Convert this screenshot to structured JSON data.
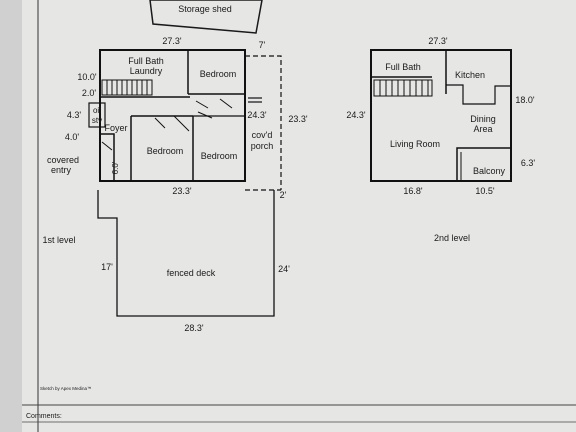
{
  "shed_label": "Storage shed",
  "first": {
    "top_width": "27.3'",
    "right_top": "7'",
    "full_bath": "Full  Bath",
    "laundry": "Laundry",
    "bedroom_top": "Bedroom",
    "dim_10": "10.0'",
    "dim_2": "2.0'",
    "dim_43": "4.3'",
    "oil_stv_1": "oil",
    "oil_stv_2": "stv",
    "dim_40": "4.0'",
    "foyer": "Foyer",
    "covered_entry_1": "covered",
    "covered_entry_2": "entry",
    "dim_60": "6.0'",
    "bedroom_left": "Bedroom",
    "bedroom_right": "Bedroom",
    "dim_243": "24.3'",
    "covd_porch_1": "cov'd",
    "covd_porch_2": "porch",
    "dim_233_right": "23.3'",
    "bottom_width": "23.3'",
    "dim_2ft": "2'",
    "level": "1st level",
    "deck_left": "17'",
    "deck_label": "fenced deck",
    "deck_right": "24'",
    "deck_width": "28.3'"
  },
  "second": {
    "top_width": "27.3'",
    "full_bath": "Full  Bath",
    "kitchen": "Kitchen",
    "dim_18": "18.0'",
    "dim_243": "24.3'",
    "dining_1": "Dining",
    "dining_2": "Area",
    "living": "Living Room",
    "dim_63": "6.3'",
    "balcony": "Balcony",
    "width_168": "16.8'",
    "width_105": "10.5'",
    "level": "2nd level"
  },
  "credit": "Sketch by Apex Medina™",
  "comments": "Comments:"
}
